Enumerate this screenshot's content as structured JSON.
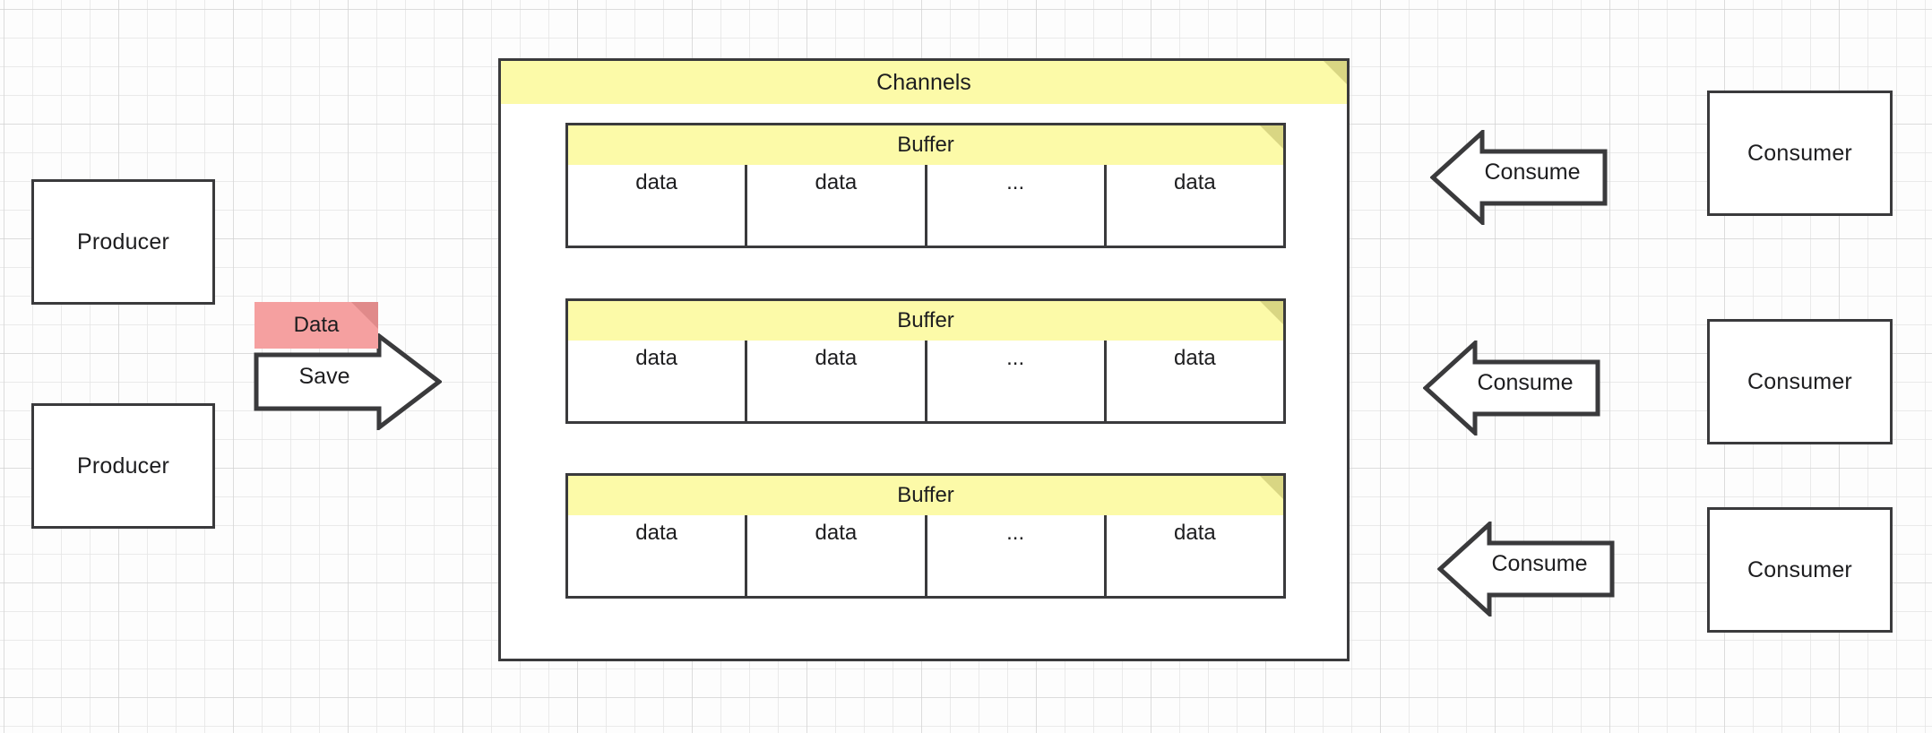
{
  "diagram": {
    "title": "Producer Consumer Channels Buffer Diagram",
    "colors": {
      "header_yellow": "#fcfaa8",
      "fold_yellow": "#d9d683",
      "note_pink": "#f5a0a0",
      "fold_pink": "#e08a8a",
      "stroke": "#3a3a3c",
      "text": "#1d1d1f",
      "grid": "#e4e4e4"
    }
  },
  "producers": [
    {
      "label": "Producer"
    },
    {
      "label": "Producer"
    }
  ],
  "note": {
    "label": "Data"
  },
  "save_arrow": {
    "label": "Save",
    "direction": "right"
  },
  "channels": {
    "title": "Channels",
    "buffers": [
      {
        "title": "Buffer",
        "cells": [
          "data",
          "data",
          "...",
          "data"
        ]
      },
      {
        "title": "Buffer",
        "cells": [
          "data",
          "data",
          "...",
          "data"
        ]
      },
      {
        "title": "Buffer",
        "cells": [
          "data",
          "data",
          "...",
          "data"
        ]
      }
    ]
  },
  "consume_arrows": [
    {
      "label": "Consume",
      "direction": "left"
    },
    {
      "label": "Consume",
      "direction": "left"
    },
    {
      "label": "Consume",
      "direction": "left"
    }
  ],
  "consumers": [
    {
      "label": "Consumer"
    },
    {
      "label": "Consumer"
    },
    {
      "label": "Consumer"
    }
  ]
}
